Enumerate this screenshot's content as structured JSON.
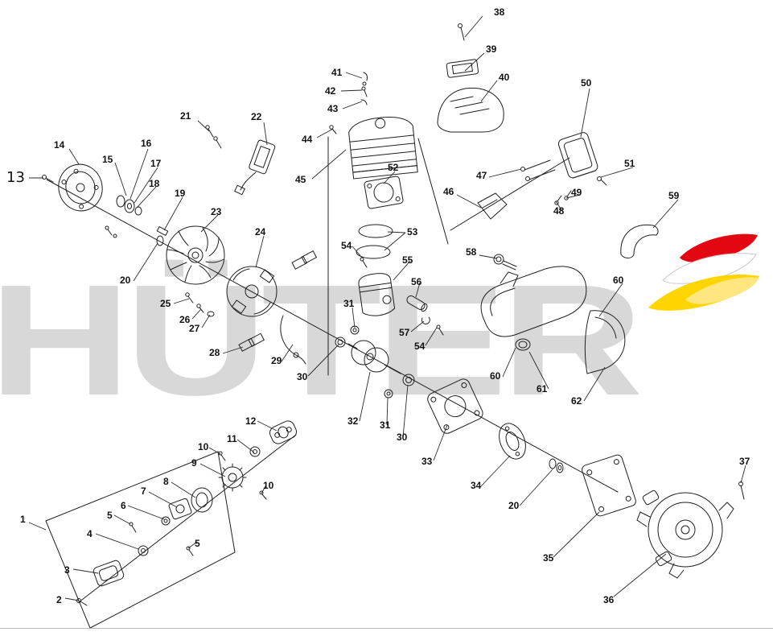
{
  "watermark": {
    "text": "HÜTER",
    "color": "#d8d8d8"
  },
  "logo": {
    "name": "huter-swoosh",
    "colors": {
      "red": "#e30613",
      "yellow": "#ffd500",
      "yellow_light": "#ffe680",
      "white": "#ffffff"
    }
  },
  "diagram": {
    "type": "exploded-parts-diagram",
    "description": "Gasoline engine exploded view with numbered part callouts",
    "line_color": "#1f1f1f",
    "labels": [
      "38",
      "39",
      "40",
      "50",
      "41",
      "42",
      "43",
      "44",
      "21",
      "22",
      "14",
      "15",
      "16",
      "17",
      "18",
      "13",
      "19",
      "23",
      "24",
      "45",
      "52",
      "46",
      "47",
      "48",
      "49",
      "51",
      "59",
      "53",
      "54",
      "55",
      "56",
      "57",
      "54",
      "58",
      "20",
      "25",
      "26",
      "27",
      "28",
      "29",
      "30",
      "31",
      "60",
      "60",
      "61",
      "62",
      "12",
      "32",
      "31",
      "30",
      "33",
      "11",
      "10",
      "9",
      "10",
      "34",
      "8",
      "7",
      "6",
      "5",
      "20",
      "37",
      "4",
      "5",
      "1",
      "3",
      "2",
      "35",
      "36"
    ]
  }
}
